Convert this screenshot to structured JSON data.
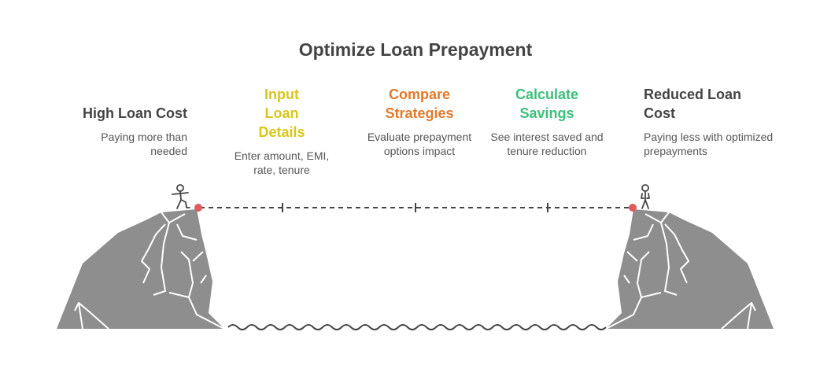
{
  "title": "Optimize Loan Prepayment",
  "steps": [
    {
      "heading": "High Loan Cost",
      "desc": "Paying more than needed",
      "color": "#444444"
    },
    {
      "heading": "Input Loan Details",
      "desc": "Enter amount, EMI, rate, tenure",
      "color": "#D8C61E"
    },
    {
      "heading": "Compare Strategies",
      "desc": "Evaluate prepayment options impact",
      "color": "#E07A2B"
    },
    {
      "heading": "Calculate Savings",
      "desc": "See interest saved and tenure reduction",
      "color": "#3CC07C"
    },
    {
      "heading": "Reduced Loan Cost",
      "desc": "Paying less with optimized prepayments",
      "color": "#444444"
    }
  ],
  "colors": {
    "cliff": "#8E8E8E",
    "endpoint": "#E05A5A",
    "line": "#444444"
  },
  "icons": [
    "walking-person-icon",
    "standing-person-icon"
  ]
}
